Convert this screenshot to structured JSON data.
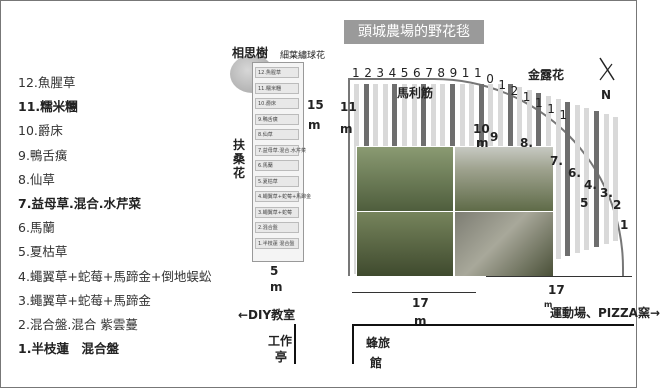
{
  "title": "頭城農場的野花毯",
  "legend": [
    {
      "text": "12.魚腥草",
      "bold": false
    },
    {
      "text": "11.糯米糰",
      "bold": true
    },
    {
      "text": "10.爵床",
      "bold": false
    },
    {
      "text": "9.鴨舌癀",
      "bold": false
    },
    {
      "text": "8.仙草",
      "bold": false
    },
    {
      "text": "7.益母草.混合.水芹菜",
      "bold": true
    },
    {
      "text": "6.馬蘭",
      "bold": false
    },
    {
      "text": "5.夏枯草",
      "bold": false
    },
    {
      "text": "4.蠅翼草+蛇莓+馬蹄金+倒地蜈蚣",
      "bold": false
    },
    {
      "text": "3.蠅翼草+蛇莓+馬蹄金",
      "bold": false
    },
    {
      "text": "2.混合盤.混合 紫雲蔓",
      "bold": false
    },
    {
      "text": "1.半枝蓮　混合盤",
      "bold": true
    }
  ],
  "labels": {
    "xiangsi": "相思樹",
    "jindeng": "細葉繡球花",
    "fusang": "扶桑花",
    "length_15": "15",
    "unit_m": "m",
    "width_5": "5",
    "diy": "←DIY教室",
    "workshop_1": "工作",
    "workshop_2": "亭",
    "beehouse_1": "蜂旅",
    "beehouse_2": "館",
    "marijin": "馬利筋",
    "jinluhua": "金露花",
    "north": "N",
    "dist_left": "17",
    "dist_right": "17",
    "sports": "運動場、PIZZA窯→",
    "row_11": "11",
    "row_10": "10",
    "row_9": "9",
    "row_8": "8.",
    "row_7": "7.",
    "row_6": "6.",
    "row_5": "5",
    "row_4": "4.",
    "row_3": "3.",
    "row_2": "2",
    "row_1": "1"
  },
  "top_numbers": [
    "1",
    "2",
    "3",
    "4",
    "5",
    "6",
    "7",
    "8",
    "9",
    "1",
    "1",
    "0",
    "1",
    "2",
    "1",
    "1",
    "1",
    "1"
  ],
  "strip_rows": [
    "12.魚腥草",
    "11.糯米糰",
    "10.爵床",
    "9.鴨舌癀",
    "8.仙草",
    "7.益母草.混合.水芹菜",
    "6.馬蘭",
    "5.夏枯草",
    "4.蠅翼草+蛇莓+馬蹄金",
    "3.蠅翼草+蛇莓",
    "2.混合盤",
    "1.半枝蓮 混合盤"
  ],
  "colors": {
    "title_bg": "#9a9a9a",
    "stripe_light": "#d9d9d9",
    "stripe_dark": "#6e6e6e",
    "photo_green": "#6f7f55"
  }
}
